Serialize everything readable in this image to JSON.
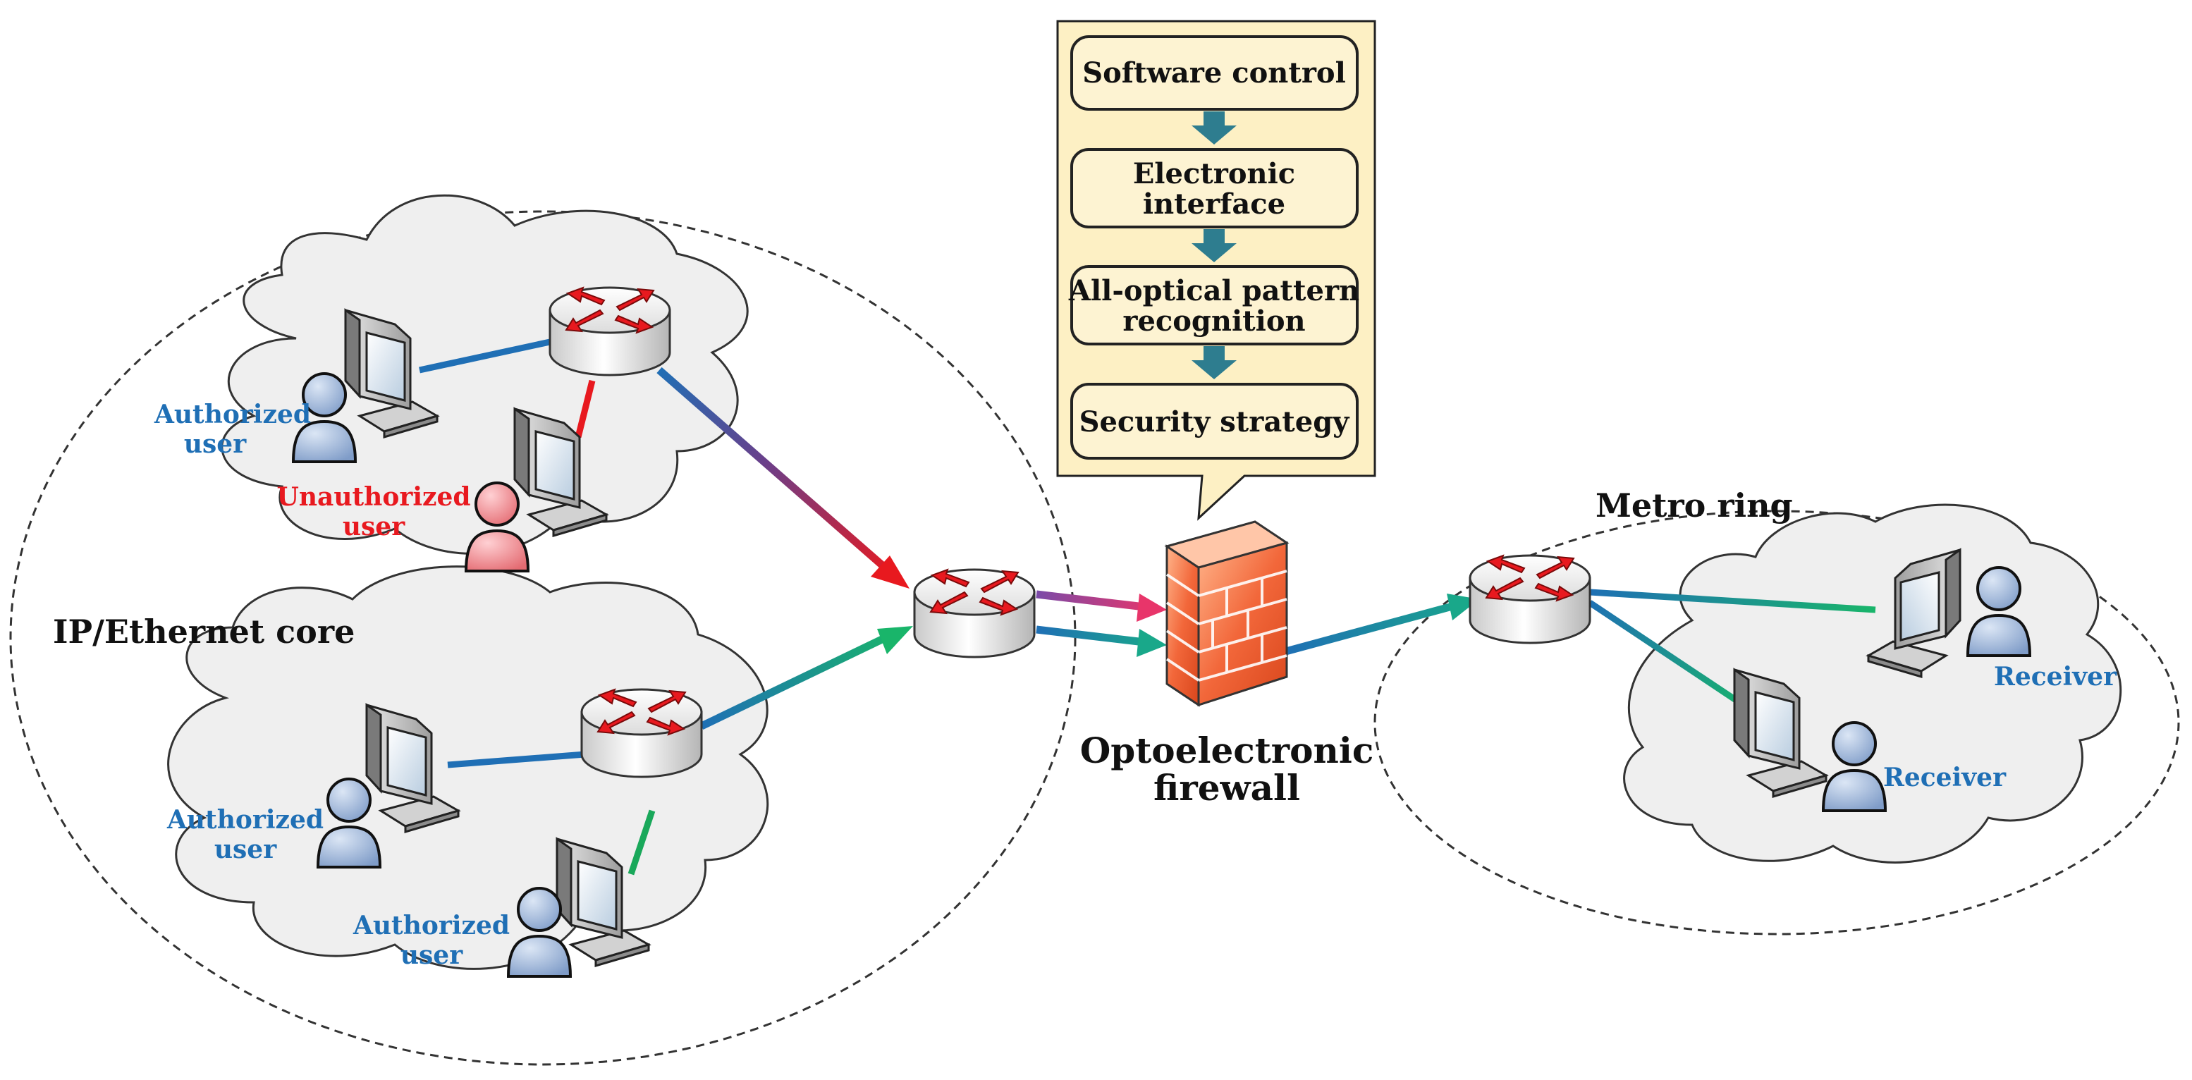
{
  "regions": {
    "core_label": "IP/Ethernet core",
    "metro_label": "Metro ring"
  },
  "firewall": {
    "label_line1": "Optoelectronic",
    "label_line2": "firewall"
  },
  "callout": {
    "steps": [
      {
        "line1": "Software control",
        "line2": ""
      },
      {
        "line1": "Electronic",
        "line2": "interface"
      },
      {
        "line1": "All-optical pattern",
        "line2": "recognition"
      },
      {
        "line1": "Security strategy",
        "line2": ""
      }
    ]
  },
  "users": {
    "authorized_top": {
      "line1": "Authorized",
      "line2": "user"
    },
    "unauthorized": {
      "line1": "Unauthorized",
      "line2": "user"
    },
    "authorized_mid": {
      "line1": "Authorized",
      "line2": "user"
    },
    "authorized_bottom": {
      "line1": "Authorized",
      "line2": "user"
    },
    "receiver_top": "Receiver",
    "receiver_bottom": "Receiver"
  },
  "colors": {
    "authorized_link": "#1f6fb5",
    "unauthorized_link": "#e8191f",
    "green_link": "#19a85a",
    "callout_fill": "#fdf0c4",
    "callout_box_fill": "#fdf3d2",
    "step_arrow": "#2e7d8f",
    "firewall_brick": "#f2673a",
    "cloud_fill": "#efefef",
    "unauthorized_person": "#f08a8f",
    "authorized_person": "#a9c1e3"
  }
}
